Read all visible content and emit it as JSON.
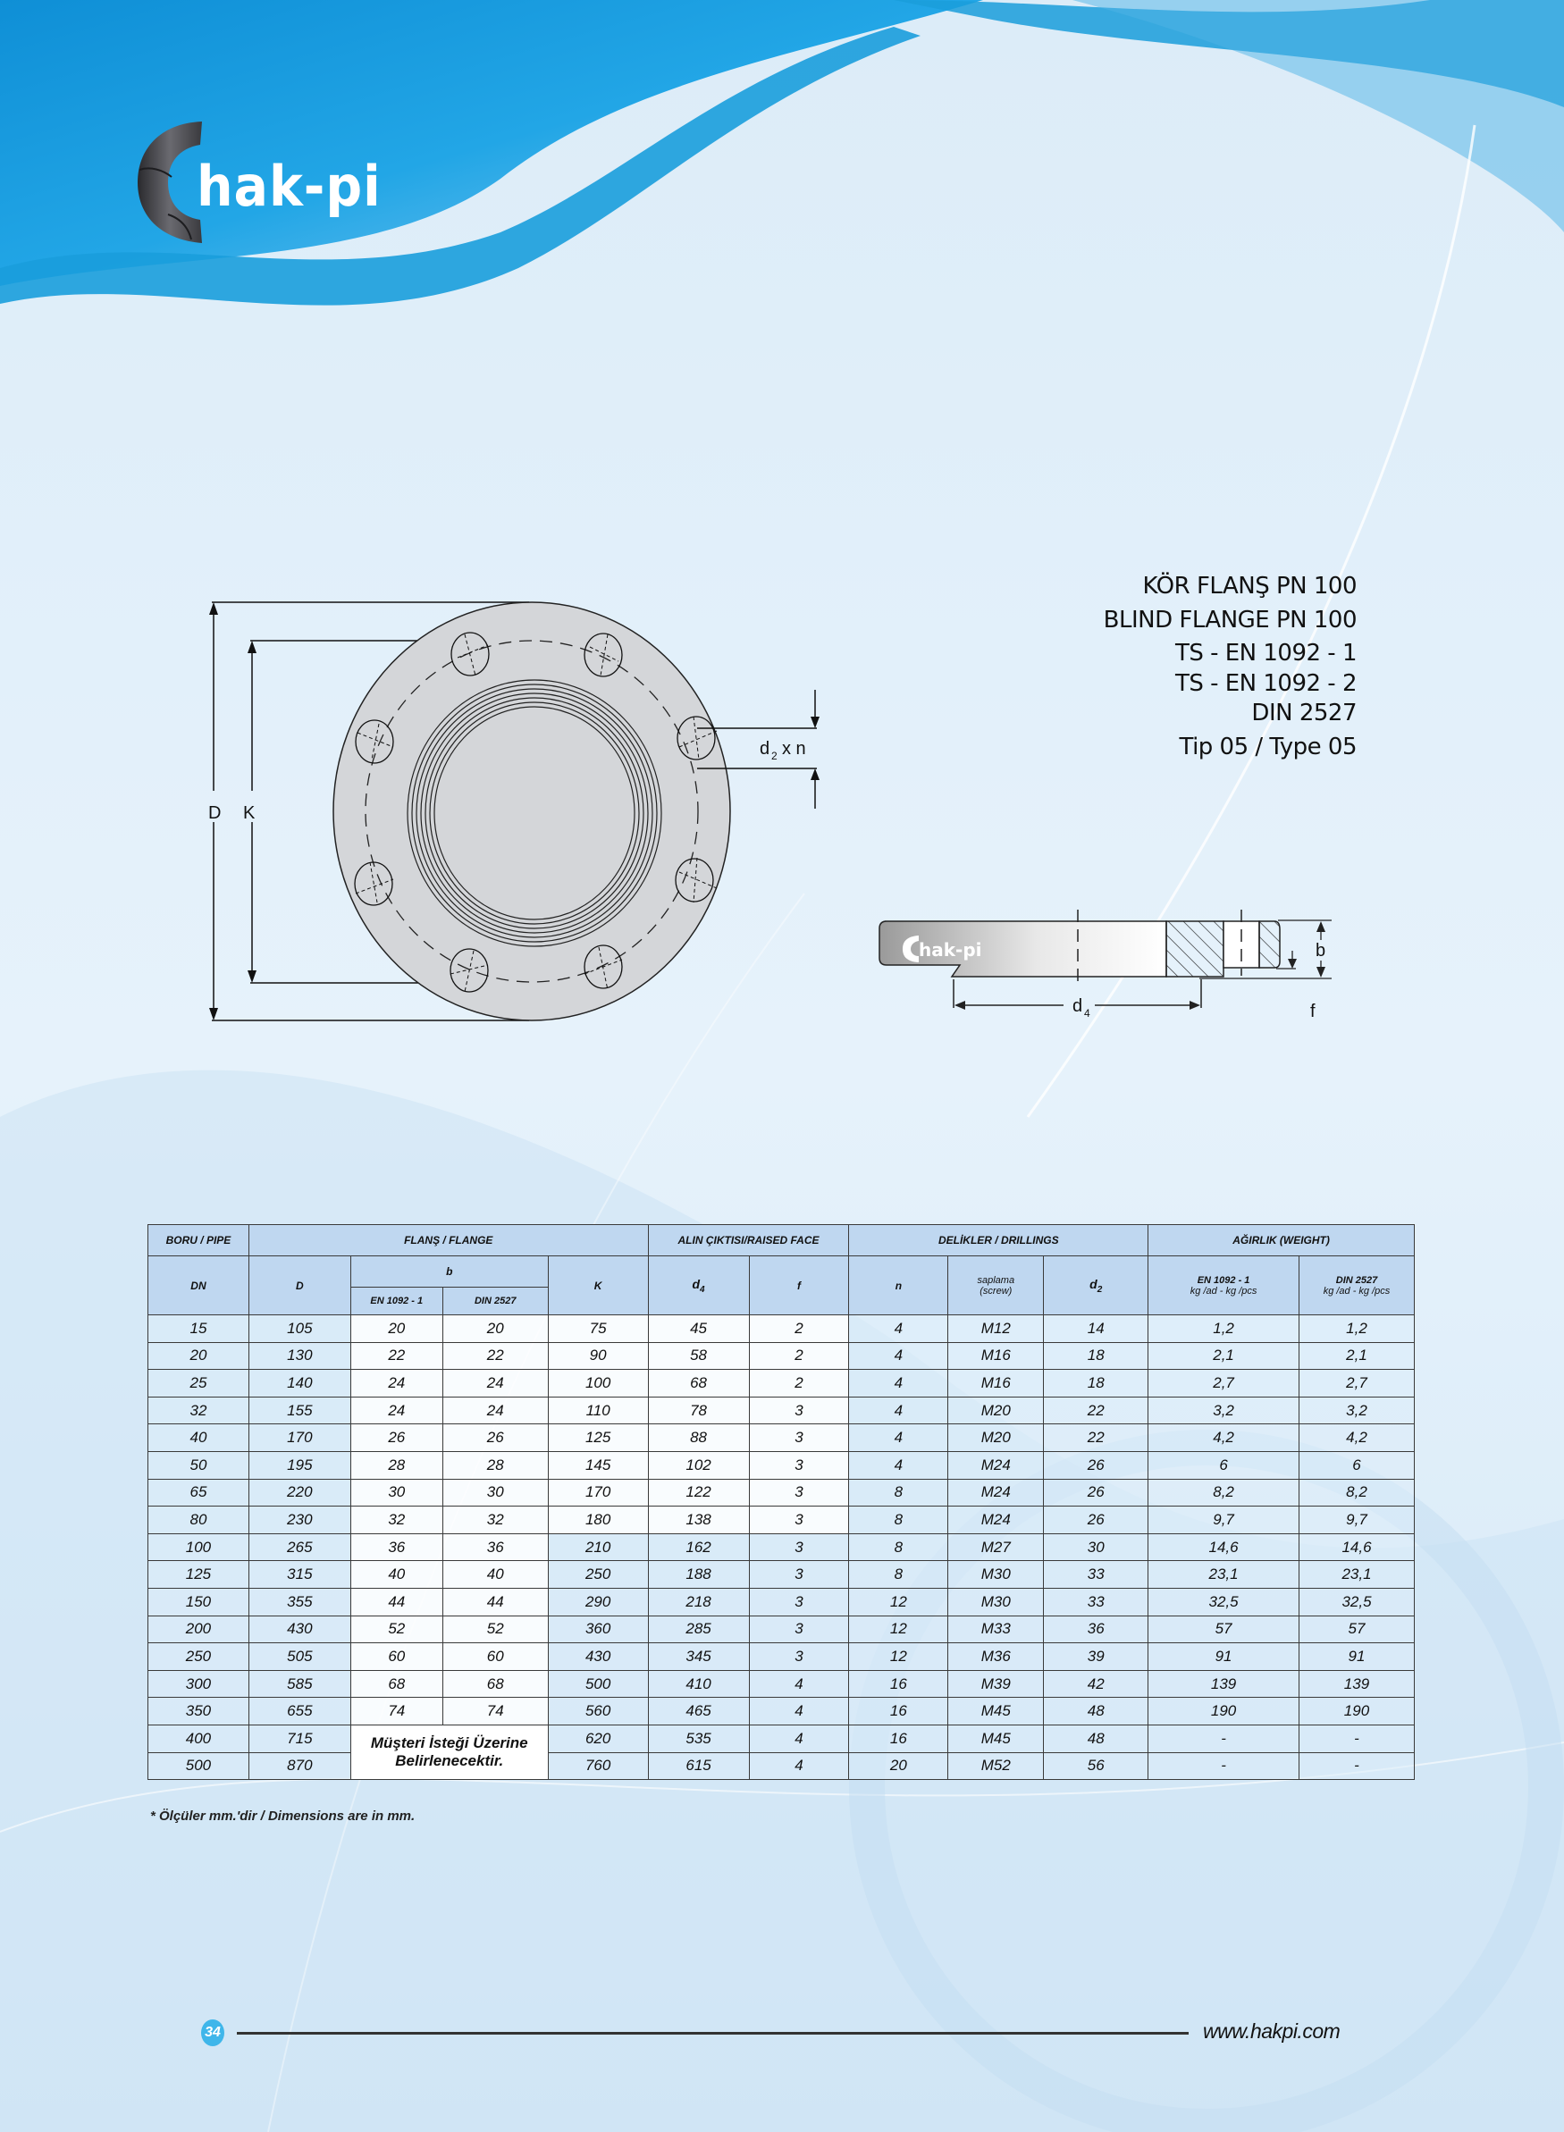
{
  "brand": {
    "name": "hak-pi",
    "colors": {
      "primary_blue": "#1a9ddb",
      "light_bg": "#d7e9f7",
      "header_cell": "#bfd7f0",
      "page_badge": "#3fb6ea"
    }
  },
  "title": {
    "lines": [
      "KÖR FLANŞ PN 100",
      "BLIND FLANGE PN 100",
      "TS - EN 1092 - 1",
      "TS - EN 1092 - 2",
      "DIN 2527",
      "Tip 05 / Type 05"
    ]
  },
  "drawing": {
    "front_labels": {
      "D": "D",
      "K": "K",
      "d2": "d",
      "d2_sub": "2",
      "xn": "x n"
    },
    "side_labels": {
      "b": "b",
      "f": "f",
      "d4": "d",
      "d4_sub": "4",
      "logo": "hak-pi"
    }
  },
  "table": {
    "group_headers": {
      "pipe": "BORU / PIPE",
      "flange": "FLANŞ / FLANGE",
      "raised_face": "ALIN ÇIKTISI/RAISED FACE",
      "drillings": "DELİKLER / DRILLINGS",
      "weight": "AĞIRLIK  (WEIGHT)"
    },
    "col_headers": {
      "dn": "DN",
      "d": "D",
      "b": "b",
      "b_en": "EN 1092 - 1",
      "b_din": "DIN 2527",
      "k": "K",
      "d4": "d",
      "d4_sub": "4",
      "f": "f",
      "n": "n",
      "screw_1": "saplama",
      "screw_2": "(screw)",
      "d2": "d",
      "d2_sub": "2",
      "w_en_1": "EN 1092 - 1",
      "w_en_2": "kg /ad - kg /pcs",
      "w_din_1": "DIN 2527",
      "w_din_2": "kg /ad - kg /pcs"
    },
    "rows": [
      {
        "dn": "15",
        "d": "105",
        "b_en": "20",
        "b_din": "20",
        "k": "75",
        "d4": "45",
        "f": "2",
        "n": "4",
        "screw": "M12",
        "d2": "14",
        "w_en": "1,2",
        "w_din": "1,2"
      },
      {
        "dn": "20",
        "d": "130",
        "b_en": "22",
        "b_din": "22",
        "k": "90",
        "d4": "58",
        "f": "2",
        "n": "4",
        "screw": "M16",
        "d2": "18",
        "w_en": "2,1",
        "w_din": "2,1"
      },
      {
        "dn": "25",
        "d": "140",
        "b_en": "24",
        "b_din": "24",
        "k": "100",
        "d4": "68",
        "f": "2",
        "n": "4",
        "screw": "M16",
        "d2": "18",
        "w_en": "2,7",
        "w_din": "2,7"
      },
      {
        "dn": "32",
        "d": "155",
        "b_en": "24",
        "b_din": "24",
        "k": "110",
        "d4": "78",
        "f": "3",
        "n": "4",
        "screw": "M20",
        "d2": "22",
        "w_en": "3,2",
        "w_din": "3,2"
      },
      {
        "dn": "40",
        "d": "170",
        "b_en": "26",
        "b_din": "26",
        "k": "125",
        "d4": "88",
        "f": "3",
        "n": "4",
        "screw": "M20",
        "d2": "22",
        "w_en": "4,2",
        "w_din": "4,2"
      },
      {
        "dn": "50",
        "d": "195",
        "b_en": "28",
        "b_din": "28",
        "k": "145",
        "d4": "102",
        "f": "3",
        "n": "4",
        "screw": "M24",
        "d2": "26",
        "w_en": "6",
        "w_din": "6"
      },
      {
        "dn": "65",
        "d": "220",
        "b_en": "30",
        "b_din": "30",
        "k": "170",
        "d4": "122",
        "f": "3",
        "n": "8",
        "screw": "M24",
        "d2": "26",
        "w_en": "8,2",
        "w_din": "8,2"
      },
      {
        "dn": "80",
        "d": "230",
        "b_en": "32",
        "b_din": "32",
        "k": "180",
        "d4": "138",
        "f": "3",
        "n": "8",
        "screw": "M24",
        "d2": "26",
        "w_en": "9,7",
        "w_din": "9,7"
      },
      {
        "dn": "100",
        "d": "265",
        "b_en": "36",
        "b_din": "36",
        "k": "210",
        "d4": "162",
        "f": "3",
        "n": "8",
        "screw": "M27",
        "d2": "30",
        "w_en": "14,6",
        "w_din": "14,6"
      },
      {
        "dn": "125",
        "d": "315",
        "b_en": "40",
        "b_din": "40",
        "k": "250",
        "d4": "188",
        "f": "3",
        "n": "8",
        "screw": "M30",
        "d2": "33",
        "w_en": "23,1",
        "w_din": "23,1"
      },
      {
        "dn": "150",
        "d": "355",
        "b_en": "44",
        "b_din": "44",
        "k": "290",
        "d4": "218",
        "f": "3",
        "n": "12",
        "screw": "M30",
        "d2": "33",
        "w_en": "32,5",
        "w_din": "32,5"
      },
      {
        "dn": "200",
        "d": "430",
        "b_en": "52",
        "b_din": "52",
        "k": "360",
        "d4": "285",
        "f": "3",
        "n": "12",
        "screw": "M33",
        "d2": "36",
        "w_en": "57",
        "w_din": "57"
      },
      {
        "dn": "250",
        "d": "505",
        "b_en": "60",
        "b_din": "60",
        "k": "430",
        "d4": "345",
        "f": "3",
        "n": "12",
        "screw": "M36",
        "d2": "39",
        "w_en": "91",
        "w_din": "91"
      },
      {
        "dn": "300",
        "d": "585",
        "b_en": "68",
        "b_din": "68",
        "k": "500",
        "d4": "410",
        "f": "4",
        "n": "16",
        "screw": "M39",
        "d2": "42",
        "w_en": "139",
        "w_din": "139"
      },
      {
        "dn": "350",
        "d": "655",
        "b_en": "74",
        "b_din": "74",
        "k": "560",
        "d4": "465",
        "f": "4",
        "n": "16",
        "screw": "M45",
        "d2": "48",
        "w_en": "190",
        "w_din": "190"
      },
      {
        "dn": "400",
        "d": "715",
        "k": "620",
        "d4": "535",
        "f": "4",
        "n": "16",
        "screw": "M45",
        "d2": "48",
        "w_en": "-",
        "w_din": "-"
      },
      {
        "dn": "500",
        "d": "870",
        "k": "760",
        "d4": "615",
        "f": "4",
        "n": "20",
        "screw": "M52",
        "d2": "56",
        "w_en": "-",
        "w_din": "-"
      }
    ],
    "merged_note_1": "Müşteri İsteği Üzerine",
    "merged_note_2": "Belirlenecektir."
  },
  "footnote": "* Ölçüler mm.'dir / Dimensions are in mm.",
  "footer": {
    "page_number": "34",
    "website": "www.hakpi.com"
  }
}
